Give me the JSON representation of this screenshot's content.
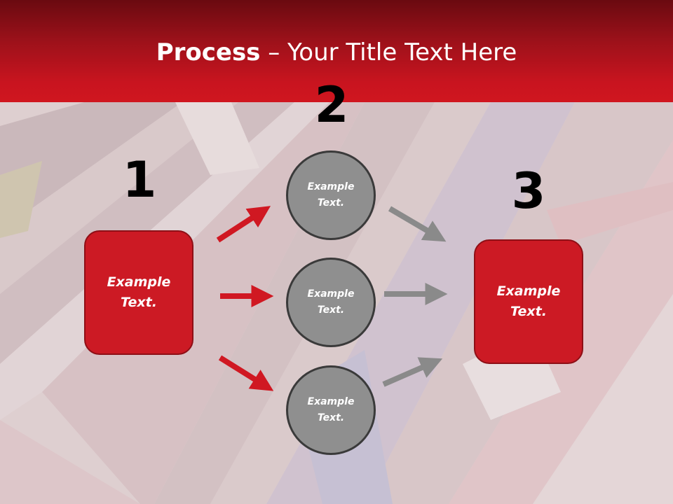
{
  "slide": {
    "title_bold": "Process",
    "title_rest": " – Your Title Text Here"
  },
  "steps": [
    {
      "number": "1",
      "text": "Example\nText."
    },
    {
      "number": "2",
      "text": ""
    },
    {
      "number": "3",
      "text": "Example\nText."
    }
  ],
  "circles": [
    {
      "text": "Example\nText."
    },
    {
      "text": "Example\nText."
    },
    {
      "text": "Example\nText."
    }
  ],
  "colors": {
    "header_red": "#c8141f",
    "box_red": "#cc1a24",
    "circle_gray": "#8f8f8f",
    "arrow_red": "#d01822",
    "arrow_gray": "#8a8a8a"
  }
}
